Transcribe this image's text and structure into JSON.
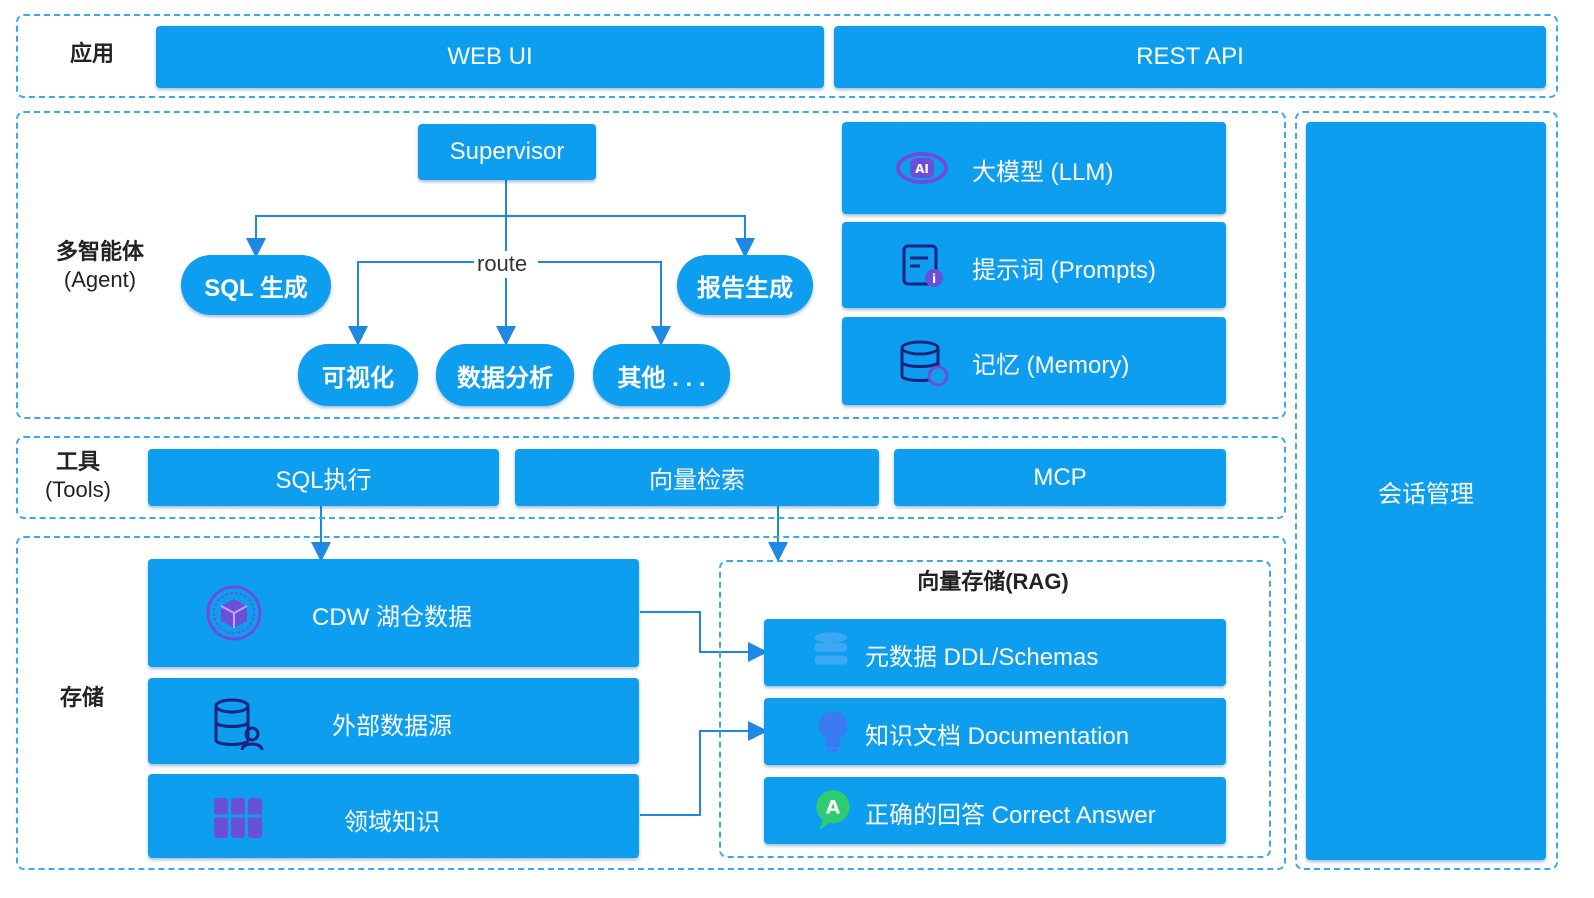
{
  "app": {
    "section_label": "应用",
    "web_ui": "WEB UI",
    "rest_api": "REST API"
  },
  "agent": {
    "section_label_line1": "多智能体",
    "section_label_line2": "(Agent)",
    "supervisor": "Supervisor",
    "route": "route",
    "sql_gen": "SQL 生成",
    "report_gen": "报告生成",
    "visualize": "可视化",
    "data_analysis": "数据分析",
    "other": "其他 . . .",
    "llm": "大模型 (LLM)",
    "prompts": "提示词 (Prompts)",
    "memory": "记忆 (Memory)"
  },
  "session": {
    "label": "会话管理"
  },
  "tools": {
    "section_label_line1": "工具",
    "section_label_line2": "(Tools)",
    "sql_exec": "SQL执行",
    "vector_search": "向量检索",
    "mcp": "MCP"
  },
  "storage": {
    "section_label": "存储",
    "cdw": "CDW 湖仓数据",
    "external": "外部数据源",
    "domain": "领域知识",
    "rag_title": "向量存储(RAG)",
    "metadata": "元数据 DDL/Schemas",
    "docs": "知识文档 Documentation",
    "answers": "正确的回答 Correct Answer"
  },
  "icons": [
    "ai-chip-icon",
    "prompt-doc-icon",
    "memory-db-icon",
    "cube-icon",
    "database-user-icon",
    "books-icon",
    "stack-icon",
    "lightbulb-icon",
    "answer-a-icon"
  ],
  "colors": {
    "box": "#0e9ef0",
    "dash": "#38a8ef",
    "arrow": "#1e88e5",
    "icon_purple": "#6c4fd8"
  }
}
